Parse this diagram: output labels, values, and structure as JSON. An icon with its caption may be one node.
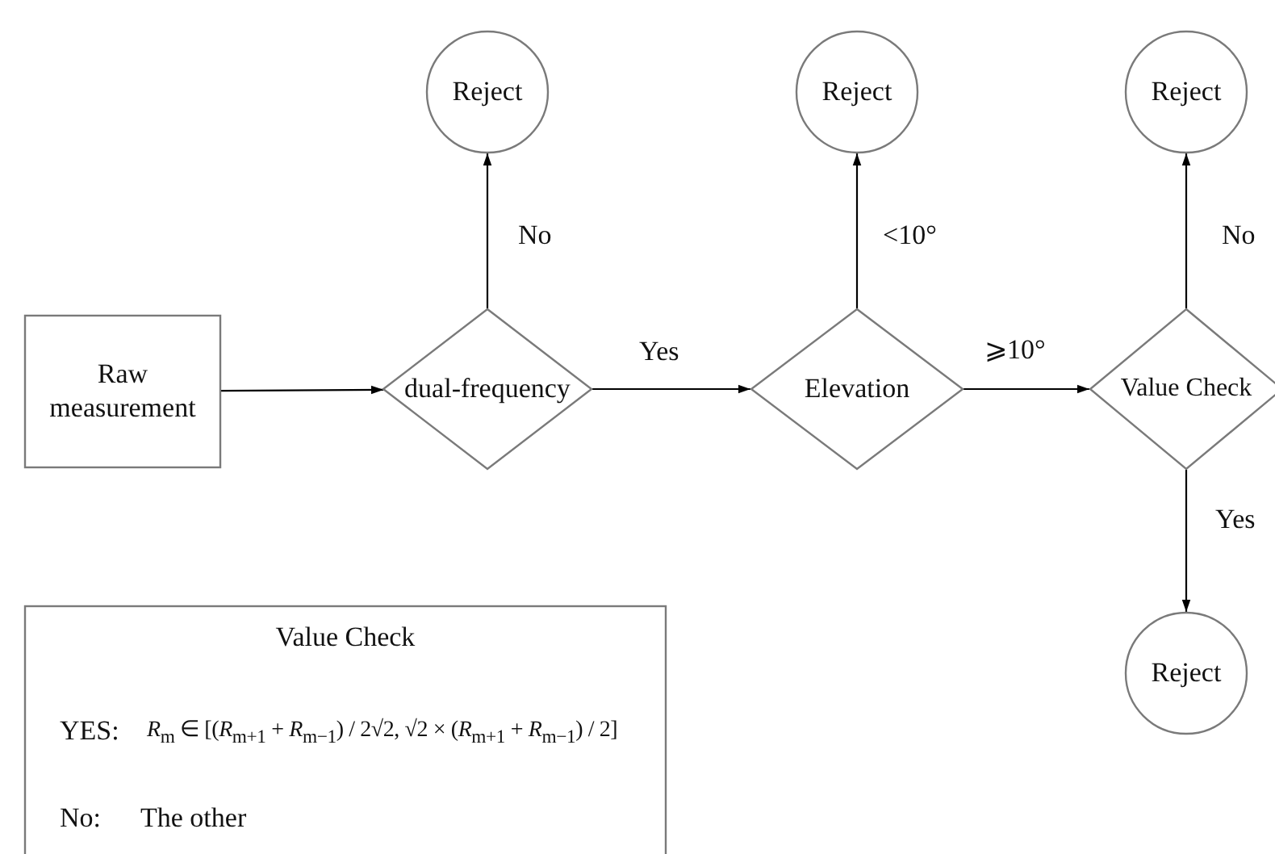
{
  "diagram": {
    "nodes": [
      {
        "text": [
          "Raw measurement"
        ]
      },
      {
        "text": [
          "dual-frequency"
        ]
      },
      {
        "text": [
          "Reject"
        ]
      },
      {
        "text": [
          "Elevation"
        ]
      },
      {
        "text": [
          "Reject"
        ]
      },
      {
        "text": [
          "Value Check"
        ]
      },
      {
        "text": [
          "Reject"
        ]
      },
      {
        "text": [
          "Reject"
        ]
      },
      {
        "text": [
          "Value Check",
          "YES:",
          "*R*$_{m}$ ∈ [(*R*$_{m+1}$ + *R*$_{m−1}$) / 2√2, √2 × (*R*$_{m+1}$ + *R*$_{m−1}$) / 2]",
          "No:",
          "The other"
        ]
      }
    ],
    "edges": [
      {
        "from": 0,
        "to": 1,
        "arrow": "to"
      },
      {
        "from": 1,
        "to": 2,
        "label": "No",
        "arrow": "to"
      },
      {
        "from": 1,
        "to": 3,
        "label": "Yes",
        "arrow": "to"
      },
      {
        "from": 3,
        "to": 4,
        "label": "<10°",
        "arrow": "to"
      },
      {
        "from": 3,
        "to": 5,
        "label": "⩾10°",
        "arrow": "to"
      },
      {
        "from": 5,
        "to": 6,
        "label": "No",
        "arrow": "to"
      },
      {
        "from": 5,
        "to": 7,
        "label": "Yes",
        "arrow": "to"
      }
    ]
  }
}
